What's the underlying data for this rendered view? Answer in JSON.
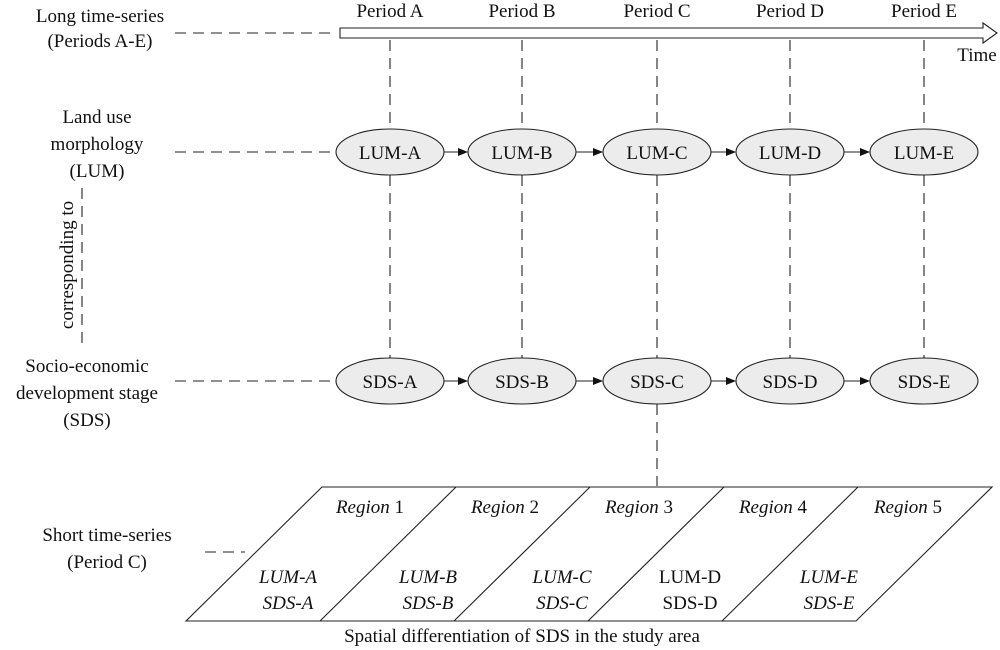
{
  "left_labels": {
    "long_series": [
      "Long time-series",
      "(Periods A-E)"
    ],
    "lum": [
      "Land use",
      "morphology",
      "(LUM)"
    ],
    "corresponding": "corresponding to",
    "sds": [
      "Socio-economic",
      "development stage",
      "(SDS)"
    ],
    "short_series": [
      "Short time-series",
      "(Period C)"
    ]
  },
  "periods": [
    "Period A",
    "Period B",
    "Period C",
    "Period D",
    "Period E"
  ],
  "time_label": "Time",
  "lum_nodes": [
    "LUM-A",
    "LUM-B",
    "LUM-C",
    "LUM-D",
    "LUM-E"
  ],
  "sds_nodes": [
    "SDS-A",
    "SDS-B",
    "SDS-C",
    "SDS-D",
    "SDS-E"
  ],
  "regions": [
    {
      "word": "Region",
      "num": "1",
      "lum": "LUM-A",
      "sds": "SDS-A",
      "italic": true
    },
    {
      "word": "Region",
      "num": "2",
      "lum": "LUM-B",
      "sds": "SDS-B",
      "italic": true
    },
    {
      "word": "Region",
      "num": "3",
      "lum": "LUM-C",
      "sds": "SDS-C",
      "italic": true
    },
    {
      "word": "Region",
      "num": "4",
      "lum": "LUM-D",
      "sds": "SDS-D",
      "italic": false
    },
    {
      "word": "Region",
      "num": "5",
      "lum": "LUM-E",
      "sds": "SDS-E",
      "italic": true
    }
  ],
  "caption": "Spatial differentiation of SDS in the study area"
}
